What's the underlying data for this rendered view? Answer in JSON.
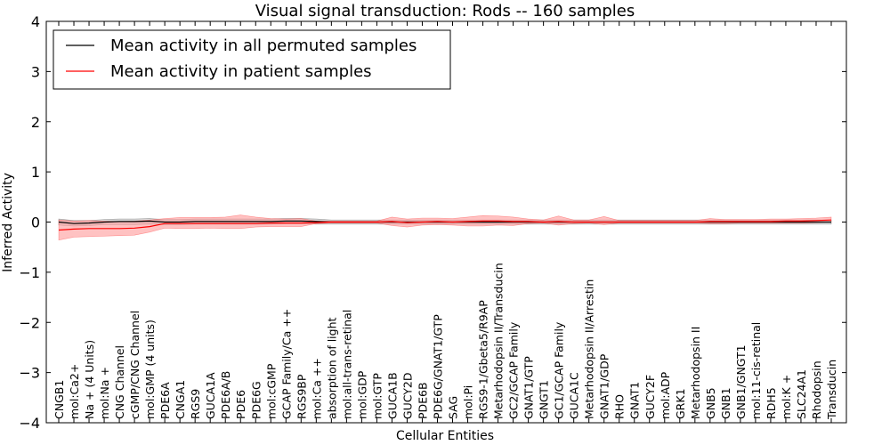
{
  "chart_data": {
    "type": "line",
    "title": "Visual signal transduction: Rods -- 160 samples",
    "xlabel": "Cellular Entities",
    "ylabel": "Inferred Activity",
    "ylim": [
      -4,
      4
    ],
    "yticks": [
      -4,
      -3,
      -2,
      -1,
      0,
      1,
      2,
      3,
      4
    ],
    "ytick_labels": [
      "−4",
      "−3",
      "−2",
      "−1",
      "0",
      "1",
      "2",
      "3",
      "4"
    ],
    "legend_position": "top-left",
    "grid": false,
    "categories": [
      "CNGB1",
      "mol:Ca2+",
      "Na + (4 Units)",
      "mol:Na +",
      "CNG Channel",
      "cGMP/CNG Channel",
      "mol:GMP (4 units)",
      "PDE6A",
      "CNGA1",
      "RGS9",
      "GUCA1A",
      "PDE6A/B",
      "PDE6",
      "PDE6G",
      "mol:cGMP",
      "GCAP Family/Ca ++",
      "RGS9BP",
      "mol:Ca ++",
      "absorption of light",
      "mol:all-trans-retinal",
      "mol:GDP",
      "mol:GTP",
      "GUCA1B",
      "GUCY2D",
      "PDE6B",
      "PDE6G/GNAT1/GTP",
      "SAG",
      "mol:Pi",
      "RGS9-1/Gbeta5/R9AP",
      "Metarhodopsin II/Transducin",
      "GC2/GCAP Family",
      "GNAT1/GTP",
      "GNGT1",
      "GC1/GCAP Family",
      "GUCA1C",
      "Metarhodopsin II/Arrestin",
      "GNAT1/GDP",
      "RHO",
      "GNAT1",
      "GUCY2F",
      "mol:ADP",
      "GRK1",
      "Metarhodopsin II",
      "GNB5",
      "GNB1",
      "GNB1/GNGT1",
      "mol:11-cis-retinal",
      "RDH5",
      "mol:K +",
      "SLC24A1",
      "Rhodopsin",
      "Transducin"
    ],
    "series": [
      {
        "name": "Mean activity in all permuted samples",
        "color": "#000000",
        "band_color": "#bbbbbb",
        "values": [
          0.0,
          -0.03,
          -0.02,
          0.0,
          0.01,
          0.01,
          0.02,
          0.0,
          0.0,
          0.01,
          0.01,
          0.01,
          0.01,
          0.01,
          0.01,
          0.02,
          0.02,
          0.01,
          0.0,
          0.0,
          0.0,
          0.0,
          0.0,
          0.0,
          0.0,
          0.0,
          0.0,
          0.0,
          0.0,
          0.0,
          0.0,
          0.0,
          0.0,
          0.0,
          0.0,
          0.0,
          0.0,
          0.0,
          0.0,
          0.0,
          0.0,
          0.0,
          0.0,
          0.0,
          0.0,
          0.0,
          0.0,
          0.0,
          0.0,
          0.0,
          0.0,
          0.0
        ],
        "lower": [
          -0.06,
          -0.08,
          -0.07,
          -0.05,
          -0.05,
          -0.05,
          -0.04,
          -0.05,
          -0.05,
          -0.04,
          -0.04,
          -0.04,
          -0.04,
          -0.04,
          -0.04,
          -0.03,
          -0.03,
          -0.04,
          -0.04,
          -0.04,
          -0.04,
          -0.04,
          -0.04,
          -0.04,
          -0.04,
          -0.04,
          -0.04,
          -0.04,
          -0.04,
          -0.04,
          -0.04,
          -0.04,
          -0.04,
          -0.04,
          -0.04,
          -0.04,
          -0.04,
          -0.04,
          -0.04,
          -0.04,
          -0.04,
          -0.04,
          -0.04,
          -0.04,
          -0.04,
          -0.04,
          -0.04,
          -0.04,
          -0.04,
          -0.04,
          -0.04,
          -0.04
        ],
        "upper": [
          0.06,
          0.03,
          0.03,
          0.05,
          0.06,
          0.06,
          0.07,
          0.05,
          0.05,
          0.06,
          0.06,
          0.06,
          0.06,
          0.06,
          0.06,
          0.07,
          0.07,
          0.06,
          0.04,
          0.04,
          0.04,
          0.04,
          0.04,
          0.04,
          0.04,
          0.04,
          0.04,
          0.04,
          0.04,
          0.04,
          0.04,
          0.04,
          0.04,
          0.04,
          0.04,
          0.04,
          0.04,
          0.04,
          0.04,
          0.04,
          0.04,
          0.04,
          0.04,
          0.04,
          0.04,
          0.04,
          0.04,
          0.04,
          0.04,
          0.04,
          0.04,
          0.04
        ]
      },
      {
        "name": "Mean activity in patient samples",
        "color": "#ff0000",
        "band_color": "#ff9999",
        "values": [
          -0.16,
          -0.14,
          -0.13,
          -0.13,
          -0.13,
          -0.12,
          -0.09,
          -0.03,
          -0.03,
          -0.03,
          -0.03,
          -0.03,
          -0.03,
          -0.03,
          -0.02,
          -0.02,
          -0.02,
          -0.01,
          0.0,
          0.0,
          0.0,
          0.0,
          0.01,
          -0.01,
          0.0,
          0.01,
          0.0,
          0.01,
          0.02,
          0.02,
          0.01,
          0.01,
          0.0,
          0.01,
          0.0,
          0.0,
          0.0,
          0.0,
          0.0,
          0.0,
          0.0,
          0.0,
          0.0,
          0.01,
          0.01,
          0.01,
          0.01,
          0.01,
          0.02,
          0.02,
          0.03,
          0.04
        ],
        "lower": [
          -0.36,
          -0.3,
          -0.29,
          -0.28,
          -0.27,
          -0.26,
          -0.2,
          -0.12,
          -0.13,
          -0.13,
          -0.12,
          -0.13,
          -0.13,
          -0.1,
          -0.09,
          -0.09,
          -0.09,
          -0.03,
          -0.02,
          -0.02,
          -0.02,
          -0.02,
          -0.07,
          -0.1,
          -0.06,
          -0.05,
          -0.06,
          -0.08,
          -0.08,
          -0.06,
          -0.07,
          -0.03,
          -0.02,
          -0.06,
          -0.03,
          -0.02,
          -0.05,
          -0.02,
          -0.02,
          -0.02,
          -0.02,
          -0.02,
          -0.02,
          -0.03,
          -0.03,
          -0.02,
          -0.02,
          -0.02,
          -0.02,
          -0.02,
          -0.01,
          0.0
        ],
        "upper": [
          0.04,
          0.02,
          0.03,
          0.02,
          0.01,
          0.02,
          0.04,
          0.07,
          0.09,
          0.09,
          0.09,
          0.1,
          0.14,
          0.1,
          0.07,
          0.06,
          0.07,
          0.02,
          0.02,
          0.02,
          0.02,
          0.02,
          0.1,
          0.06,
          0.08,
          0.08,
          0.07,
          0.1,
          0.13,
          0.12,
          0.1,
          0.06,
          0.04,
          0.12,
          0.04,
          0.04,
          0.11,
          0.03,
          0.03,
          0.03,
          0.03,
          0.03,
          0.03,
          0.07,
          0.05,
          0.05,
          0.05,
          0.06,
          0.06,
          0.07,
          0.08,
          0.1
        ]
      }
    ]
  }
}
